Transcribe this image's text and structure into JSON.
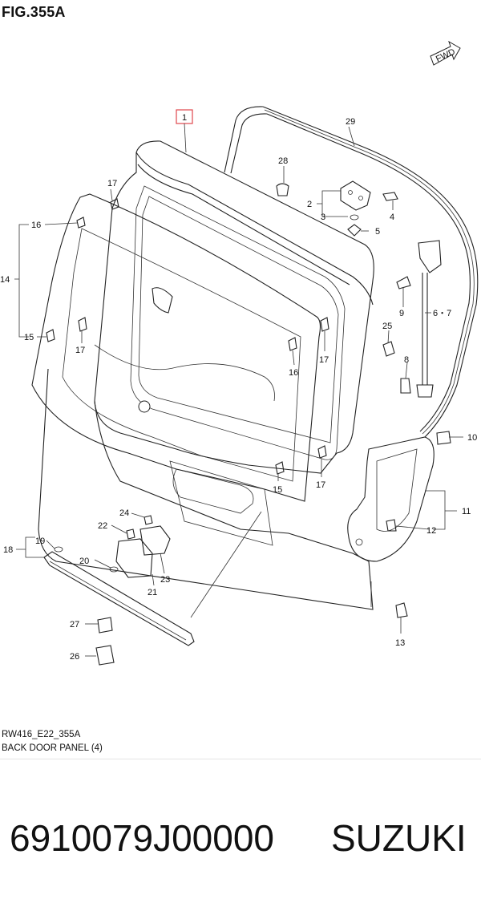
{
  "header": {
    "figure": "FIG.355A"
  },
  "fwd_badge": "FWD",
  "callouts": {
    "c1": "1",
    "c2": "2",
    "c3": "3",
    "c4": "4",
    "c5": "5",
    "c67": "6・7",
    "c8": "8",
    "c9": "9",
    "c10": "10",
    "c11": "11",
    "c12": "12",
    "c13": "13",
    "c14": "14",
    "c15a": "15",
    "c15b": "15",
    "c16a": "16",
    "c16b": "16",
    "c17a": "17",
    "c17b": "17",
    "c17c": "17",
    "c17d": "17",
    "c18": "18",
    "c19": "19",
    "c20": "20",
    "c21": "21",
    "c22": "22",
    "c23": "23",
    "c24": "24",
    "c25": "25",
    "c26": "26",
    "c27": "27",
    "c28": "28",
    "c29": "29"
  },
  "caption": {
    "code": "RW416_E22_355A",
    "name": "BACK DOOR PANEL (4)"
  },
  "footer": {
    "part_number": "6910079J00000",
    "brand": "SUZUKI"
  },
  "colors": {
    "highlight_box": "#e0474c",
    "line": "#222222",
    "background": "#ffffff"
  }
}
